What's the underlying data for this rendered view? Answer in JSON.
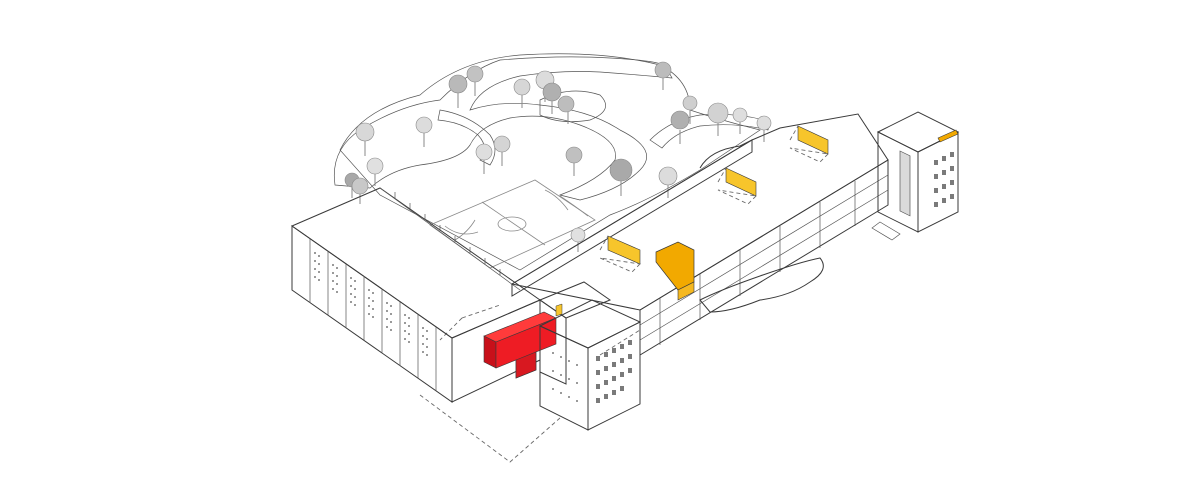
{
  "colors": {
    "background": "#ffffff",
    "outline": "#3a3a3a",
    "wall_light": "#f2f2f2",
    "wall_mid": "#e6e6e6",
    "wall_dark": "#d8d8d8",
    "landscape_path": "#dcdcdc",
    "landscape_ground": "#efefef",
    "tree_light": "#d9d9d9",
    "tree_dark": "#b4b4b4",
    "highlight_red": "#ee1c24",
    "highlight_red_dark": "#c8101a",
    "highlight_yellow": "#f7c52b",
    "highlight_orange": "#f2a900"
  },
  "highlights": [
    {
      "name": "red-volume",
      "color": "highlight_red"
    },
    {
      "name": "yellow-skylight",
      "color": "highlight_yellow"
    },
    {
      "name": "orange-core",
      "color": "highlight_orange"
    }
  ]
}
